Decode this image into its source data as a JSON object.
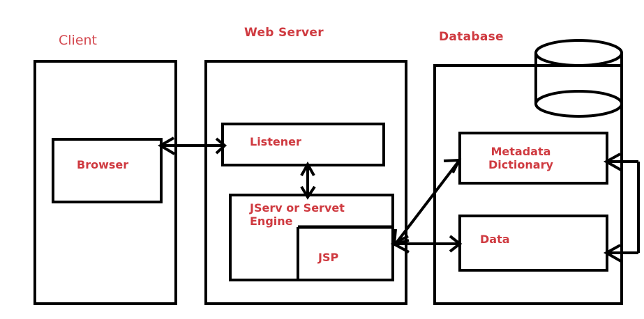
{
  "diagram": {
    "title": "Three-tier JSP web architecture",
    "background_color": "#ffffff",
    "line_color": "#000000",
    "text_color": "#cf3a40",
    "groups": [
      {
        "id": "client",
        "label": "Client",
        "label_color": "#d44a51",
        "bold": false
      },
      {
        "id": "webserver",
        "label": "Web Server",
        "label_color": "#cf3a40",
        "bold": true
      },
      {
        "id": "database",
        "label": "Database",
        "label_color": "#cf3a40",
        "bold": true
      }
    ],
    "nodes": [
      {
        "id": "browser",
        "label": "Browser"
      },
      {
        "id": "listener",
        "label": "Listener"
      },
      {
        "id": "jserv",
        "label": "JServ or Servet\nEngine"
      },
      {
        "id": "jsp",
        "label": "JSP"
      },
      {
        "id": "metadata",
        "label": "Metadata\nDictionary"
      },
      {
        "id": "data",
        "label": "Data"
      }
    ],
    "shapes": [
      {
        "id": "db-cylinder",
        "kind": "cylinder",
        "label": ""
      }
    ],
    "connectors": [
      {
        "id": "browser-listener",
        "from": "browser",
        "to": "listener",
        "direction": "bidirectional",
        "orientation": "horizontal"
      },
      {
        "id": "listener-jserv",
        "from": "listener",
        "to": "jserv",
        "direction": "bidirectional",
        "orientation": "vertical"
      },
      {
        "id": "jsp-metadata",
        "from": "jsp",
        "to": "metadata",
        "direction": "bidirectional",
        "orientation": "diagonal"
      },
      {
        "id": "jsp-data",
        "from": "jsp",
        "to": "data",
        "direction": "bidirectional",
        "orientation": "horizontal"
      },
      {
        "id": "return-metadata",
        "from": "bus",
        "to": "metadata",
        "direction": "unidirectional",
        "orientation": "horizontal"
      },
      {
        "id": "return-data",
        "from": "bus",
        "to": "data",
        "direction": "unidirectional",
        "orientation": "horizontal"
      }
    ]
  }
}
